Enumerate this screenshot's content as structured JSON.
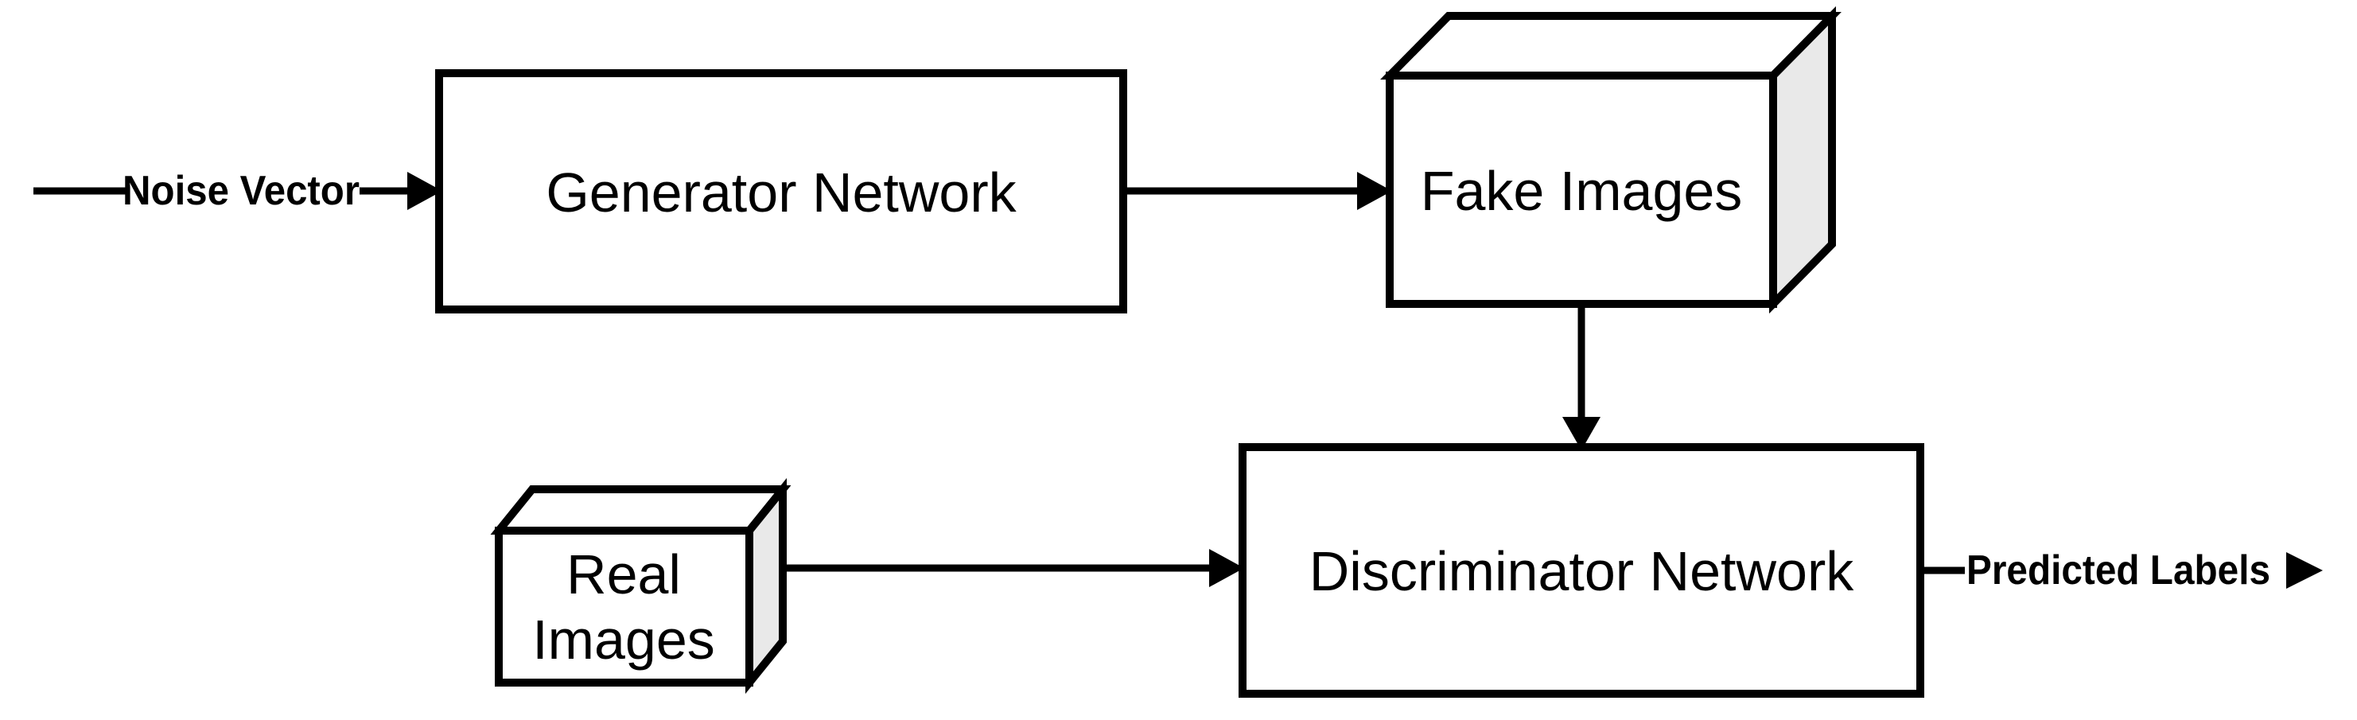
{
  "colors": {
    "stroke": "#000000",
    "text": "#000000",
    "box_fill": "#ffffff",
    "top_face_fill": "#ffffff",
    "side_face_fill": "#e9e9e9"
  },
  "nodes": {
    "generator": {
      "label": "Generator Network",
      "shape": "rectangle"
    },
    "fake_images": {
      "label": "Fake Images",
      "shape": "cuboid"
    },
    "real_images": {
      "label_lines": [
        "Real",
        "Images"
      ],
      "shape": "cuboid"
    },
    "discriminator": {
      "label": "Discriminator Network",
      "shape": "rectangle"
    }
  },
  "edges": {
    "noise_to_generator": {
      "label": "Noise Vector",
      "from": "noise-input",
      "to": "generator"
    },
    "generator_to_fake": {
      "label": "",
      "from": "generator",
      "to": "fake_images"
    },
    "fake_to_discriminator": {
      "label": "",
      "from": "fake_images",
      "to": "discriminator"
    },
    "real_to_discriminator": {
      "label": "",
      "from": "real_images",
      "to": "discriminator"
    },
    "discriminator_to_output": {
      "label": "Predicted Labels",
      "from": "discriminator",
      "to": "output"
    }
  }
}
